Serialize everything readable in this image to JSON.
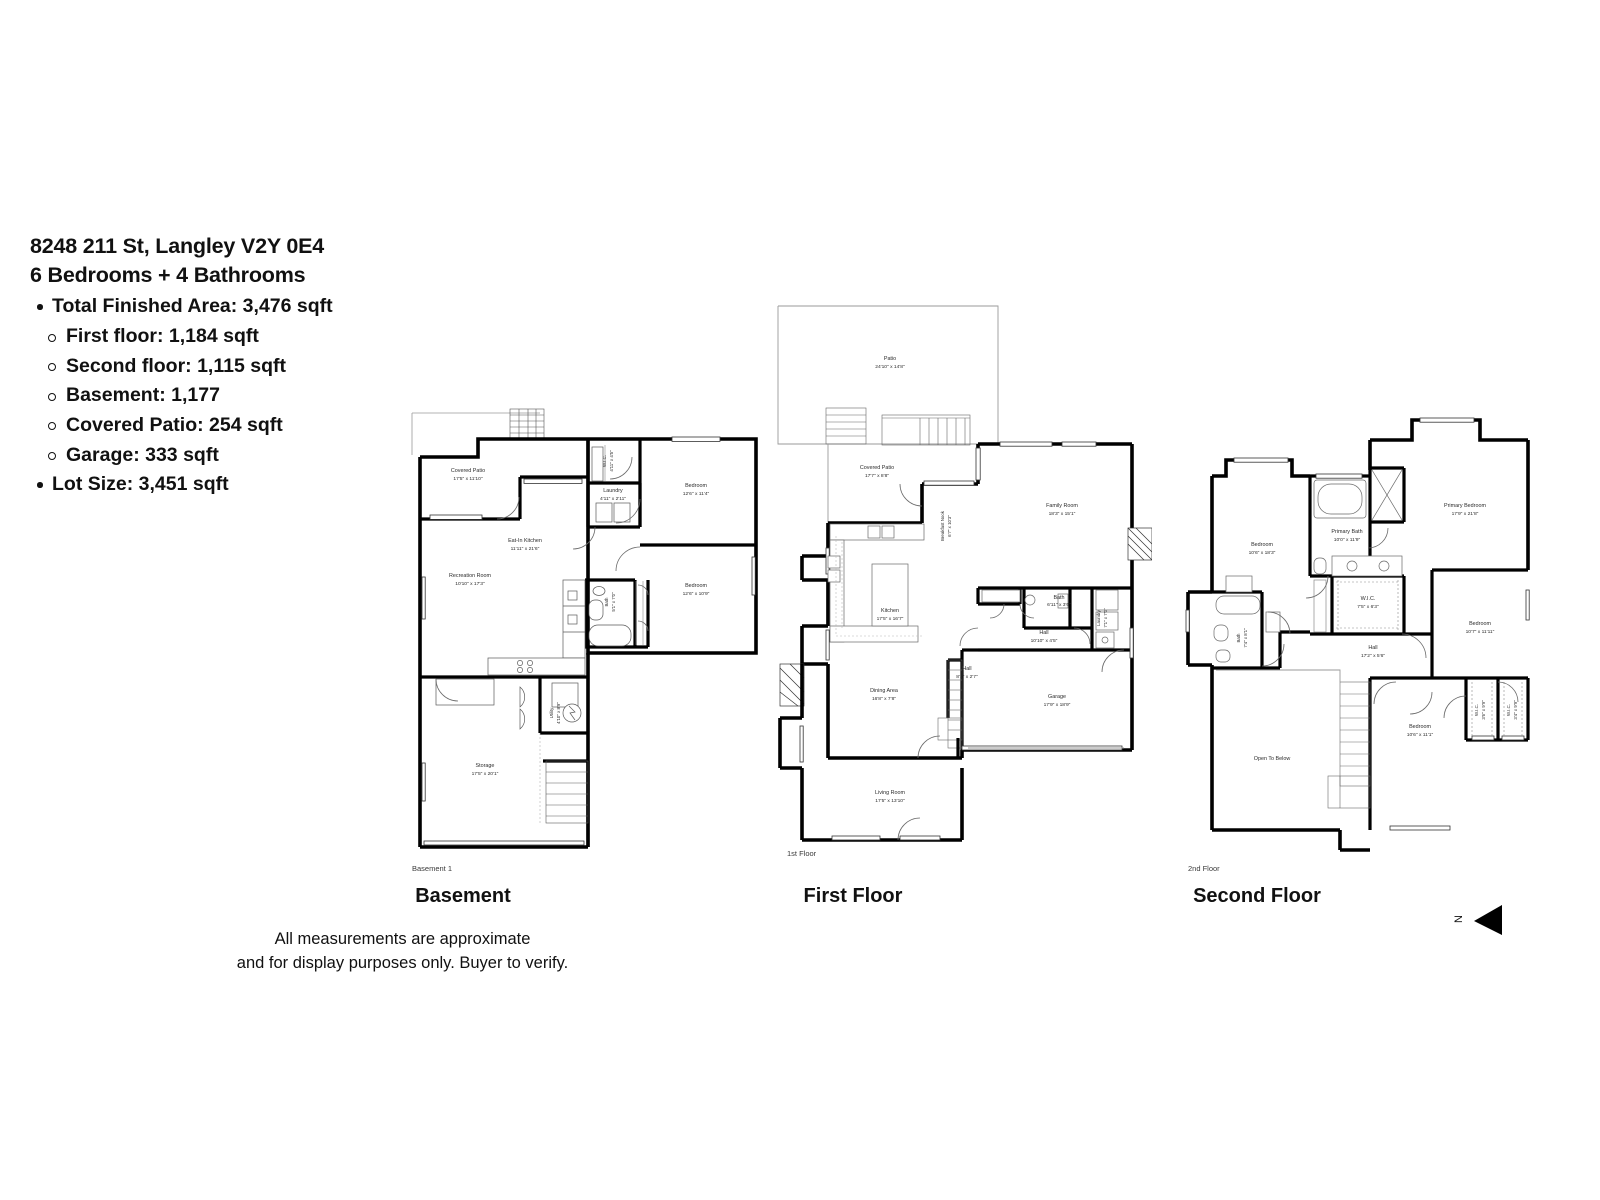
{
  "listing": {
    "address": "8248 211 St, Langley V2Y 0E4",
    "beds_baths": "6 Bedrooms + 4 Bathrooms",
    "total_area": "Total Finished Area: 3,476 sqft",
    "breakdown": [
      "First floor: 1,184 sqft",
      "Second floor: 1,115 sqft",
      "Basement: 1,177",
      "Covered Patio: 254 sqft",
      "Garage: 333 sqft"
    ],
    "lot_size": "Lot Size: 3,451 sqft"
  },
  "floors": {
    "basement": {
      "title": "Basement",
      "tag": "Basement 1",
      "rooms": [
        {
          "name": "Covered Patio",
          "dim": "17'5\" x 11'10\""
        },
        {
          "name": "W.I.C.",
          "dim": "4'11\" x 4'5\""
        },
        {
          "name": "Bedroom",
          "dim": "12'6\" x 11'4\""
        },
        {
          "name": "Laundry",
          "dim": "4'11\" x 2'11\""
        },
        {
          "name": "Eat-In Kitchen",
          "dim": "11'11\" x 21'6\""
        },
        {
          "name": "Recreation Room",
          "dim": "10'10\" x 17'3\""
        },
        {
          "name": "Bath",
          "dim": "5'1\" x 7'0\""
        },
        {
          "name": "Bedroom",
          "dim": "12'6\" x 10'9\""
        },
        {
          "name": "Utility",
          "dim": "4'10\" x 8'9\""
        },
        {
          "name": "Storage",
          "dim": "17'5\" x 20'1\""
        }
      ]
    },
    "first": {
      "title": "First Floor",
      "tag": "1st Floor",
      "rooms": [
        {
          "name": "Patio",
          "dim": "24'10\" x 14'8\""
        },
        {
          "name": "Covered Patio",
          "dim": "17'7\" x 8'8\""
        },
        {
          "name": "Family Room",
          "dim": "18'3\" x 15'1\""
        },
        {
          "name": "Breakfast Nook",
          "dim": "6'7\" x 10'3\""
        },
        {
          "name": "Kitchen",
          "dim": "17'5\" x 16'7\""
        },
        {
          "name": "Bath",
          "dim": "6'11\" x 3'6\""
        },
        {
          "name": "Hall",
          "dim": "10'10\" x 4'5\""
        },
        {
          "name": "Laundry",
          "dim": "7'1\" x 7'0\""
        },
        {
          "name": "Hall",
          "dim": "8'3\" x 2'7\""
        },
        {
          "name": "Dining Area",
          "dim": "16'8\" x 7'8\""
        },
        {
          "name": "Garage",
          "dim": "17'9\" x 18'9\""
        },
        {
          "name": "Living Room",
          "dim": "17'5\" x 13'10\""
        }
      ]
    },
    "second": {
      "title": "Second Floor",
      "tag": "2nd Floor",
      "rooms": [
        {
          "name": "Bedroom",
          "dim": "10'6\" x 18'3\""
        },
        {
          "name": "Primary Bath",
          "dim": "10'0\" x 11'9\""
        },
        {
          "name": "Primary Bedroom",
          "dim": "17'9\" x 21'8\""
        },
        {
          "name": "W.I.C.",
          "dim": "7'5\" x 6'3\""
        },
        {
          "name": "Bath",
          "dim": "7'4\" x 8'1\""
        },
        {
          "name": "Bedroom",
          "dim": "10'7\" x 11'11\""
        },
        {
          "name": "Hall",
          "dim": "17'2\" x 5'6\""
        },
        {
          "name": "Open To Below",
          "dim": ""
        },
        {
          "name": "Bedroom",
          "dim": "10'6\" x 11'1\""
        },
        {
          "name": "W.I.C.",
          "dim": "3'6\" x 9'9\""
        },
        {
          "name": "W.I.C.",
          "dim": "3'4\" x 9'9\""
        }
      ]
    }
  },
  "footer": {
    "line1": "All measurements are approximate",
    "line2": "and for display purposes only. Buyer to verify."
  },
  "compass": {
    "label": "N",
    "icon": "north-arrow"
  },
  "colors": {
    "wall": "#000000",
    "text": "#2b2b2b",
    "background": "#ffffff"
  }
}
